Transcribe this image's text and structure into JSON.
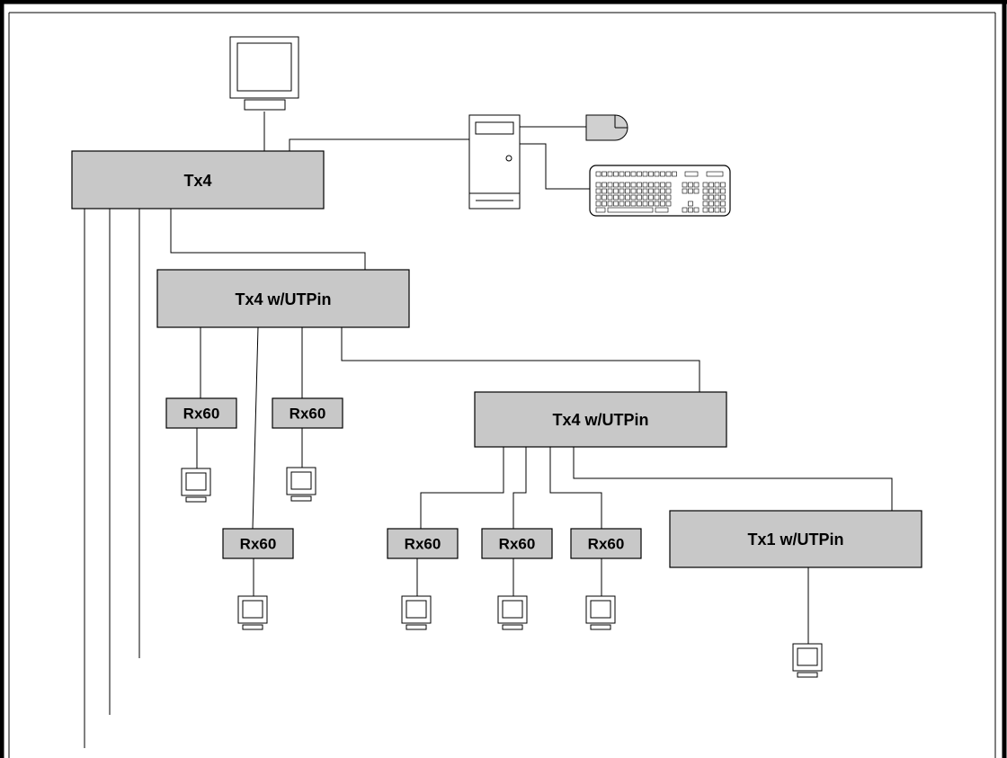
{
  "diagram": {
    "transmitters": {
      "tx4_top": "Tx4",
      "tx4_utp_a": "Tx4 w/UTPin",
      "tx4_utp_b": "Tx4 w/UTPin",
      "tx1_utp": "Tx1 w/UTPin"
    },
    "receivers": {
      "rx_a": "Rx60",
      "rx_b": "Rx60",
      "rx_c": "Rx60",
      "rx_d": "Rx60",
      "rx_e": "Rx60",
      "rx_f": "Rx60"
    },
    "icons": [
      "monitor-icon",
      "computer-tower-icon",
      "mouse-icon",
      "keyboard-icon"
    ],
    "colors": {
      "box_fill": "#c8c8c8",
      "line": "#000000",
      "border": "#000000"
    }
  }
}
